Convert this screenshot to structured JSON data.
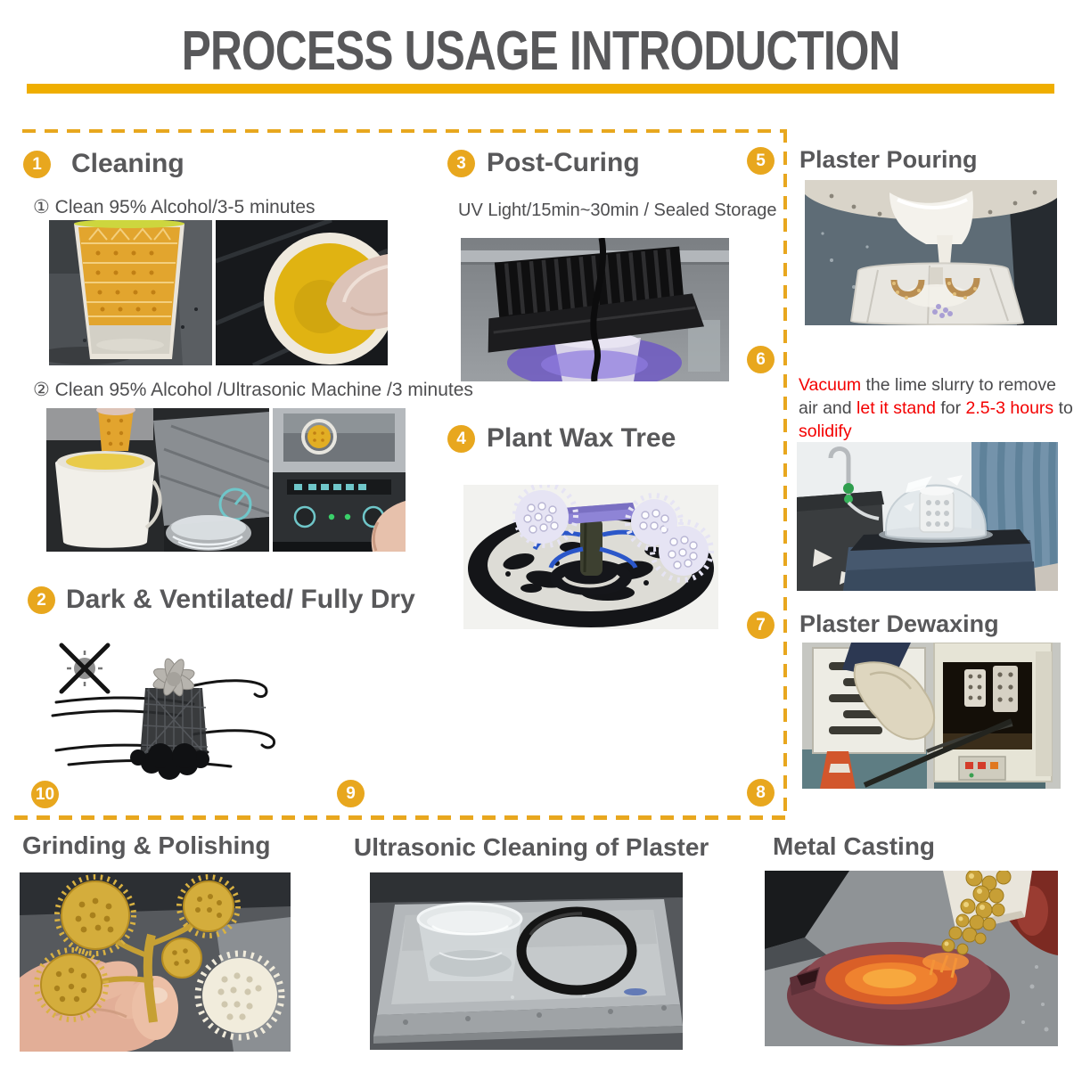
{
  "header": {
    "title": "PROCESS USAGE INTRODUCTION"
  },
  "colors": {
    "accent": "#E8A71E",
    "bar": "#EFAE00",
    "heading": "#58585A",
    "body": "#4E4E50",
    "red": "#F40000"
  },
  "steps": {
    "s1": {
      "number": "1",
      "title": "Cleaning",
      "line1": "① Clean 95% Alcohol/3-5 minutes",
      "line2": "② Clean 95% Alcohol /Ultrasonic Machine /3 minutes"
    },
    "s2": {
      "number": "2",
      "title": "Dark & Ventilated/ Fully Dry"
    },
    "s3": {
      "number": "3",
      "title": "Post-Curing",
      "subtitle": "UV Light/15min~30min / Sealed Storage"
    },
    "s4": {
      "number": "4",
      "title": "Plant Wax Tree"
    },
    "s5": {
      "number": "5",
      "title": "Plaster Pouring"
    },
    "s6": {
      "number": "6",
      "note": [
        {
          "text": "Vacuum",
          "highlight": true
        },
        {
          "text": " the lime slurry to remove air and ",
          "highlight": false
        },
        {
          "text": "let it stand",
          "highlight": true
        },
        {
          "text": " for ",
          "highlight": false
        },
        {
          "text": "2.5-3 hours",
          "highlight": true
        },
        {
          "text": " to ",
          "highlight": false
        },
        {
          "text": "solidify",
          "highlight": true
        }
      ]
    },
    "s7": {
      "number": "7",
      "title": "Plaster Dewaxing"
    },
    "s8": {
      "number": "8",
      "title": "Metal Casting"
    },
    "s9": {
      "number": "9",
      "title": "Ultrasonic Cleaning of Plaster"
    },
    "s10": {
      "number": "10",
      "title": "Grinding & Polishing"
    }
  }
}
